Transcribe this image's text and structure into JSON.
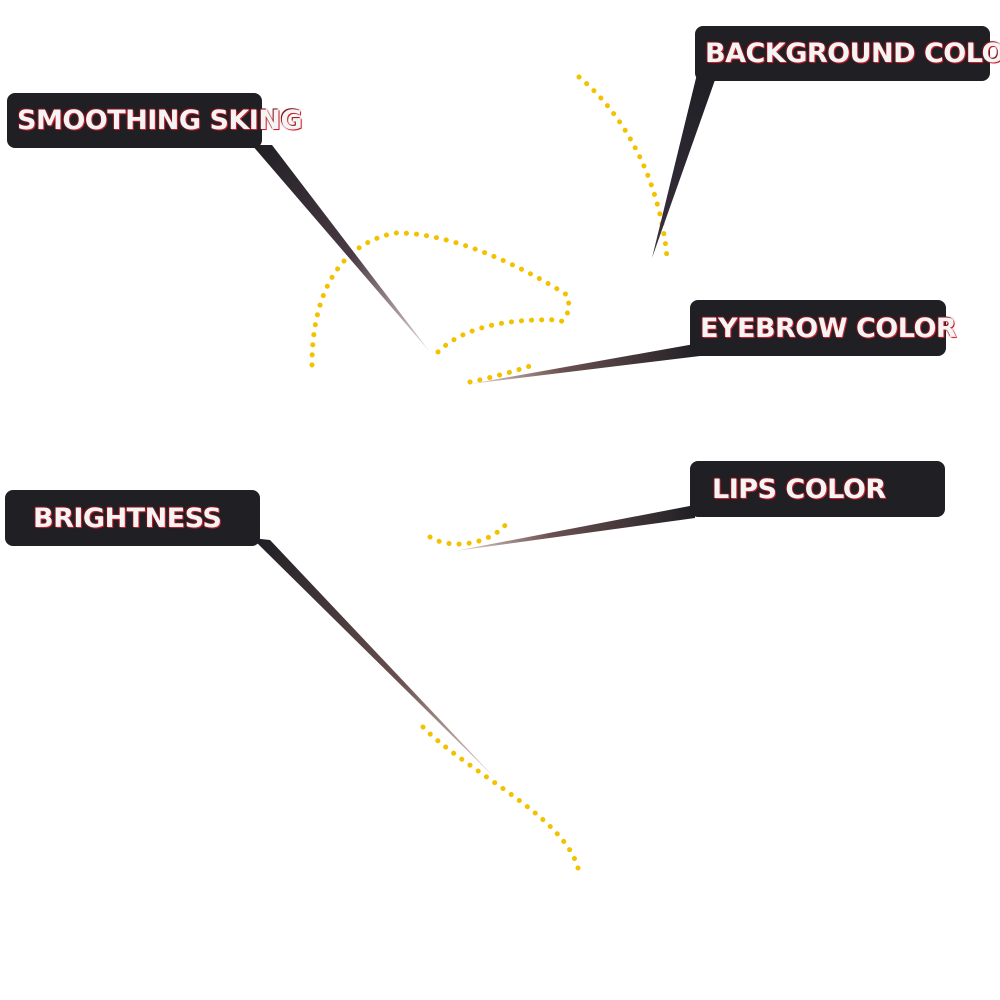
{
  "labels": {
    "smoothing": "SMOOTHING SKING",
    "background": "BACKGROUND COLOR",
    "eyebrow": "EYEBROW COLOR",
    "lips": "LIPS COLOR",
    "brightness": "BRIGHTNESS"
  },
  "colors": {
    "label_bg": "#1f1f24",
    "label_text": "#f4f4f4",
    "text_outline": "#c8202c",
    "dotted_outline": "#f2c200"
  }
}
